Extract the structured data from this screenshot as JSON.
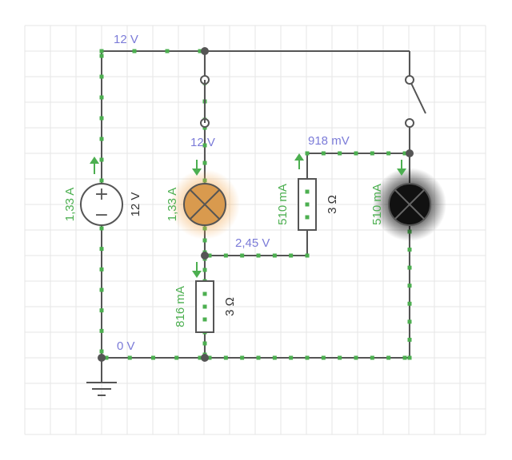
{
  "circuit": {
    "voltage_labels": {
      "top_left": "12 V",
      "lamp_top": "12 V",
      "right_top": "918 mV",
      "middle_node": "2,45 V",
      "ground": "0 V"
    },
    "current_labels": {
      "source": "1,33 A",
      "lamp1": "1,33 A",
      "resistor_middle": "510 mA",
      "lamp2": "510 mA",
      "resistor_bottom": "816 mA"
    },
    "component_values": {
      "source": "12 V",
      "resistor_middle": "3 Ω",
      "resistor_bottom": "3 Ω"
    },
    "colors": {
      "wire": "#555555",
      "current": "#4caf50",
      "voltage_text": "#7b7bd8",
      "lamp_lit": "#d99a4e",
      "lamp_dark": "#111111",
      "grid": "#e6e6e6"
    }
  }
}
